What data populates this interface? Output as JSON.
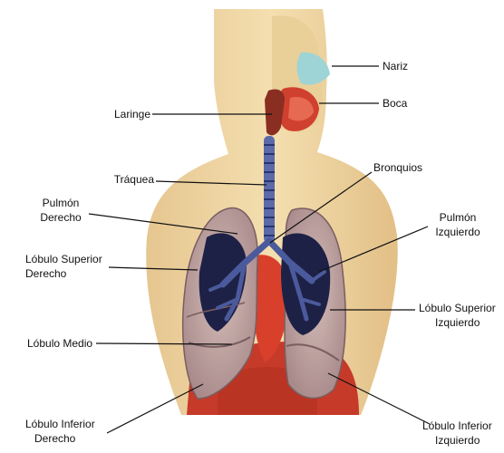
{
  "labels": {
    "nariz": "Nariz",
    "boca": "Boca",
    "laringe": "Laringe",
    "traquea": "Tráquea",
    "bronquios": "Bronquios",
    "pulmon_derecho": [
      "Pulmón",
      "Derecho"
    ],
    "pulmon_izquierdo": [
      "Pulmón",
      "Izquierdo"
    ],
    "lobulo_superior_derecho": [
      "Lóbulo Superior",
      "Derecho"
    ],
    "lobulo_superior_izquierdo": [
      "Lóbulo Superior",
      "Izquierdo"
    ],
    "lobulo_medio": "Lóbulo Medio",
    "lobulo_inferior_derecho": [
      "Lóbulo Inferior",
      "Derecho"
    ],
    "lobulo_inferior_izquierdo": [
      "Lóbulo Inferior",
      "Izquierdo"
    ]
  },
  "colors": {
    "skin": "#f1d9a6",
    "skin_shadow": "#d9b67c",
    "lung": "#c7aaa8",
    "lung_dark": "#1e2146",
    "bronchi": "#4a5a9c",
    "heart": "#d8402c",
    "diaphragm": "#c63a2a",
    "nasal": "#9ed4d6",
    "mouth": "#d0402f",
    "leader": "#111111"
  }
}
